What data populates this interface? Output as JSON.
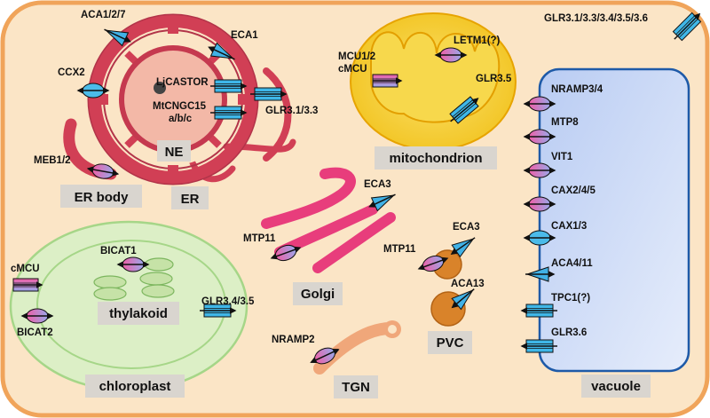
{
  "compartments": {
    "ne": "NE",
    "er": "ER",
    "er_body": "ER body",
    "mitochondrion": "mitochondrion",
    "golgi": "Golgi",
    "chloroplast": "chloroplast",
    "thylakoid": "thylakoid",
    "pvc": "PVC",
    "tgn": "TGN",
    "vacuole": "vacuole"
  },
  "transporters": {
    "aca127": "ACA1/2/7",
    "eca1": "ECA1",
    "ccx2": "CCX2",
    "ljcastor": "LjCASTOR",
    "mtcngc15_line1": "MtCNGC15",
    "mtcngc15_line2": "a/b/c",
    "glr31_33": "GLR3.1/3.3",
    "meb12": "MEB1/2",
    "mcu12_line1": "MCU1/2",
    "mcu12_line2": "cMCU",
    "letm1": "LETM1(?)",
    "glr35": "GLR3.5",
    "glr_pm": "GLR3.1/3.3/3.4/3.5/3.6",
    "eca3_golgi": "ECA3",
    "mtp11_golgi": "MTP11",
    "eca3_pvc": "ECA3",
    "mtp11_pvc": "MTP11",
    "aca13": "ACA13",
    "nramp2": "NRAMP2",
    "bicat1": "BICAT1",
    "cmcu_chl": "cMCU",
    "bicat2": "BICAT2",
    "glr34_35": "GLR3.4/3.5"
  },
  "vacuole_transporters": [
    "NRAMP3/4",
    "MTP8",
    "VIT1",
    "CAX2/4/5",
    "CAX1/3",
    "ACA4/11",
    "TPC1(?)",
    "GLR3.6"
  ],
  "colors": {
    "cell_fill": "#fbe5c6",
    "cell_stroke": "#f0a45a",
    "er_red": "#d13f55",
    "mito_fill": "#f5cf35",
    "chloro_fill": "#dcefc6",
    "vacuole_fill": "#c9d8f6",
    "golgi_pink": "#e83d7c",
    "pvc_fill": "#d9832a",
    "tgn_fill": "#f0a77a",
    "channel_blue": "#3fb7e8",
    "pump_blue": "#2fa7e0"
  }
}
